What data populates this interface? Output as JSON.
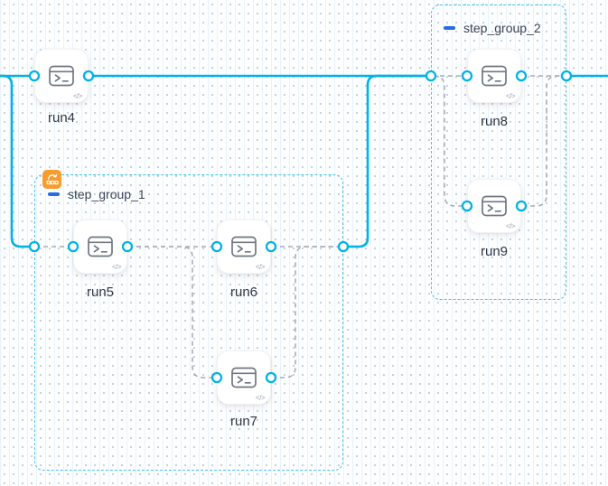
{
  "diagram": {
    "type": "workflow-dag",
    "nodes": [
      {
        "id": "run4",
        "label": "run4",
        "icon": "terminal-icon"
      },
      {
        "id": "run5",
        "label": "run5",
        "icon": "terminal-icon"
      },
      {
        "id": "run6",
        "label": "run6",
        "icon": "terminal-icon"
      },
      {
        "id": "run7",
        "label": "run7",
        "icon": "terminal-icon"
      },
      {
        "id": "run8",
        "label": "run8",
        "icon": "terminal-icon"
      },
      {
        "id": "run9",
        "label": "run9",
        "icon": "terminal-icon"
      }
    ],
    "groups": [
      {
        "id": "step_group_1",
        "label": "step_group_1",
        "children": [
          "run5",
          "run6",
          "run7"
        ],
        "collapse_icon": "minus-icon",
        "badge_icon": "matrix-loop-icon"
      },
      {
        "id": "step_group_2",
        "label": "step_group_2",
        "children": [
          "run8",
          "run9"
        ],
        "collapse_icon": "minus-icon"
      }
    ],
    "edges": [
      {
        "from": "canvas-left",
        "to": "run4",
        "style": "solid"
      },
      {
        "from": "canvas-left",
        "to": "step_group_1",
        "style": "solid"
      },
      {
        "from": "run4",
        "to": "step_group_2",
        "style": "solid"
      },
      {
        "from": "step_group_1",
        "to": "step_group_2",
        "style": "solid"
      },
      {
        "from": "step_group_2",
        "to": "canvas-right",
        "style": "solid"
      },
      {
        "from": "step_group_1.in",
        "to": "run5",
        "style": "dashed"
      },
      {
        "from": "run5",
        "to": "run6",
        "style": "dashed"
      },
      {
        "from": "run5",
        "to": "run7",
        "style": "dashed"
      },
      {
        "from": "run6",
        "to": "step_group_1.out",
        "style": "dashed"
      },
      {
        "from": "run7",
        "to": "step_group_1.out",
        "style": "dashed"
      },
      {
        "from": "step_group_2.in",
        "to": "run8",
        "style": "dashed"
      },
      {
        "from": "step_group_2.in",
        "to": "run9",
        "style": "dashed"
      },
      {
        "from": "run8",
        "to": "step_group_2.out",
        "style": "dashed"
      },
      {
        "from": "run9",
        "to": "step_group_2.out",
        "style": "dashed"
      }
    ]
  },
  "icons": {
    "code_glyph": "</>"
  },
  "colors": {
    "edge_solid": "#00b2e6",
    "edge_dashed": "#a7adb6",
    "group_border": "#45c2ee",
    "group_badge": "#f79d2f",
    "collapse_bar": "#2c6be0",
    "node_icon": "#6e7683"
  }
}
